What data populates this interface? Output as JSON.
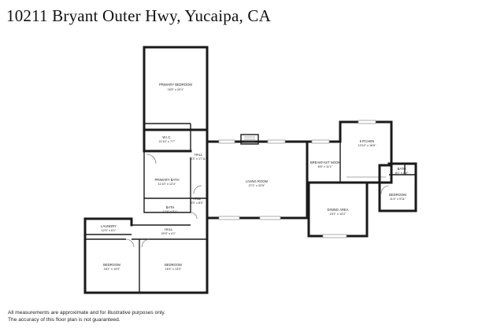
{
  "header": {
    "title": "10211 Bryant Outer Hwy, Yucaipa, CA"
  },
  "rooms": [
    {
      "name": "PRIMARY BEDROOM",
      "size": "16'5\" x 20'1\""
    },
    {
      "name": "W.I.C.",
      "size": "11'10\" x 7'7\""
    },
    {
      "name": "HALL",
      "size": "6'3\" x 17'11\""
    },
    {
      "name": "PRIMARY BATH",
      "size": "11'10\" x 12'4\""
    },
    {
      "name": "BATH",
      "size": "12'4\" x 5'1\""
    },
    {
      "name": "HALL",
      "size": "3'5\" x 8'0\""
    },
    {
      "name": "LIVING ROOM",
      "size": "27'1\" x 20'9\""
    },
    {
      "name": "KITCHEN",
      "size": "13'10\" x 16'6\""
    },
    {
      "name": "BREAKFAST NOOK",
      "size": "8'8\" x 11'1\""
    },
    {
      "name": "BATH",
      "size": "8'1\" x 8'4\""
    },
    {
      "name": "BEDROOM",
      "size": "11'4\" x 9'11\""
    },
    {
      "name": "DINING AREA",
      "size": "15'1\" x 14'2\""
    },
    {
      "name": "LAUNDRY",
      "size": "12'0\" x 6'1\""
    },
    {
      "name": "HALL",
      "size": "20'9\" x 4'1\""
    },
    {
      "name": "BEDROOM",
      "size": "16'1\" x 13'0\""
    },
    {
      "name": "BEDROOM",
      "size": "16'4\" x 13'0\""
    }
  ],
  "footer": {
    "line1": "All measurements are approximate and for illustrative purposes only.",
    "line2": "The accuracy of this floor plan is not guaranteed."
  }
}
